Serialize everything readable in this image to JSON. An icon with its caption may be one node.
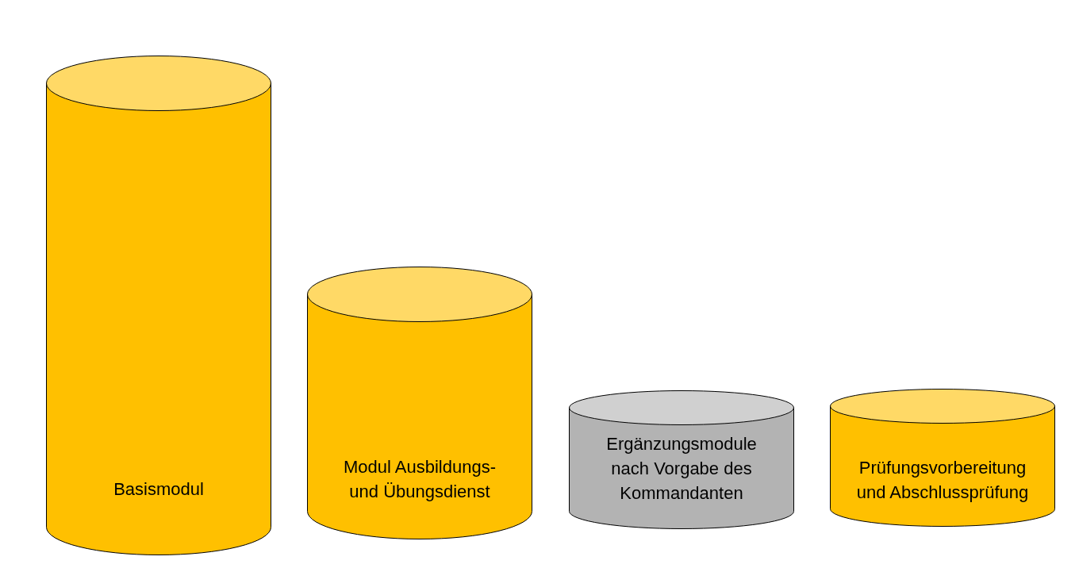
{
  "diagram": {
    "nodes": [
      {
        "text": [
          "Basismodul"
        ]
      },
      {
        "text": [
          "Modul Ausbildungs- und Übungsdienst"
        ]
      },
      {
        "text": [
          "Ergänzungsmodule nach Vorgabe des Kommandanten"
        ]
      },
      {
        "text": [
          "Prüfungsvorbereitung und Abschlussprüfung"
        ]
      }
    ]
  }
}
